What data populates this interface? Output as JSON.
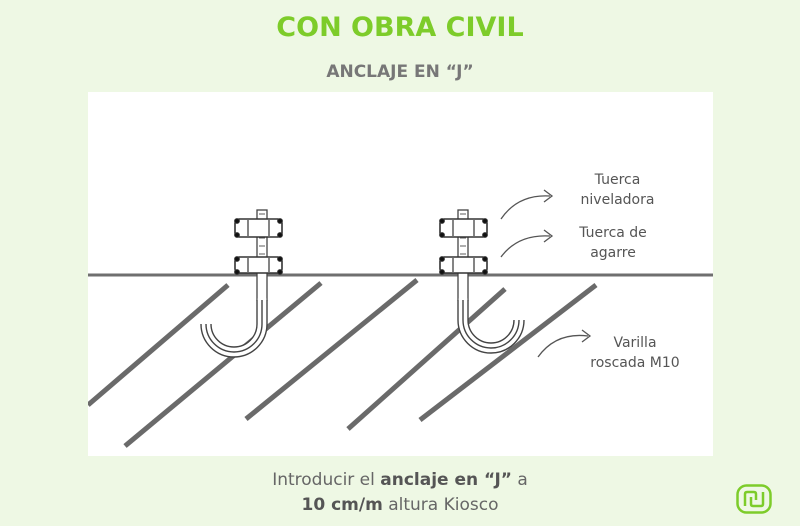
{
  "header": {
    "title": "CON OBRA CIVIL",
    "subtitle": "ANCLAJE EN “J”"
  },
  "callouts": {
    "tuerca_niveladora": [
      "Tuerca",
      "niveladora"
    ],
    "tuerca_agarre": [
      "Tuerca de",
      "agarre"
    ],
    "varilla": [
      "Varilla",
      "roscada M10"
    ]
  },
  "caption": {
    "line1_pre": "Introducir el ",
    "line1_bold": "anclaje en “J”",
    "line1_post": " a",
    "line2_bold": "10 cm/m",
    "line2_post": " altura Kiosco"
  },
  "colors": {
    "accent": "#7dcc2a",
    "background": "#eef8e4",
    "stroke": "#555555"
  },
  "logo_icon": "brand-logo-icon"
}
